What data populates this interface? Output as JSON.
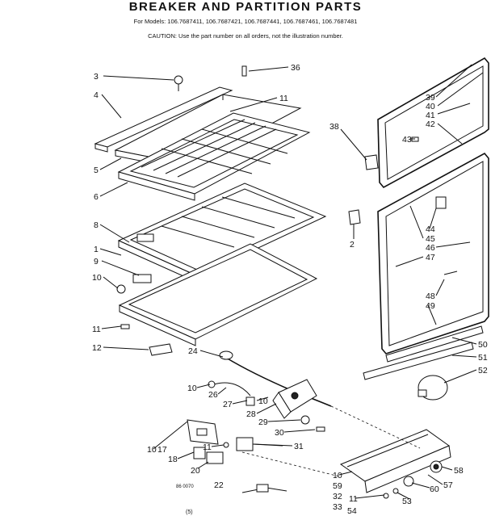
{
  "header": {
    "title": "BREAKER AND PARTITION PARTS",
    "models": "For Models: 106.7687411, 106.7687421, 106.7687441, 106.7687461, 106.7687481",
    "caution": "CAUTION: Use the part number on all orders, not the illustration number."
  },
  "footer": {
    "code": "86 0070",
    "page": "(5)"
  },
  "callouts": [
    "3",
    "36",
    "4",
    "11",
    "5",
    "6",
    "8",
    "1",
    "9",
    "10",
    "11",
    "12",
    "24",
    "10",
    "26",
    "27",
    "10",
    "28",
    "29",
    "30",
    "31",
    "10",
    "17",
    "18",
    "11",
    "20",
    "22",
    "10",
    "59",
    "32",
    "33",
    "11",
    "54",
    "53",
    "60",
    "57",
    "58",
    "38",
    "2",
    "39",
    "40",
    "41",
    "42",
    "43",
    "44",
    "45",
    "46",
    "47",
    "48",
    "49",
    "50",
    "51",
    "52"
  ]
}
